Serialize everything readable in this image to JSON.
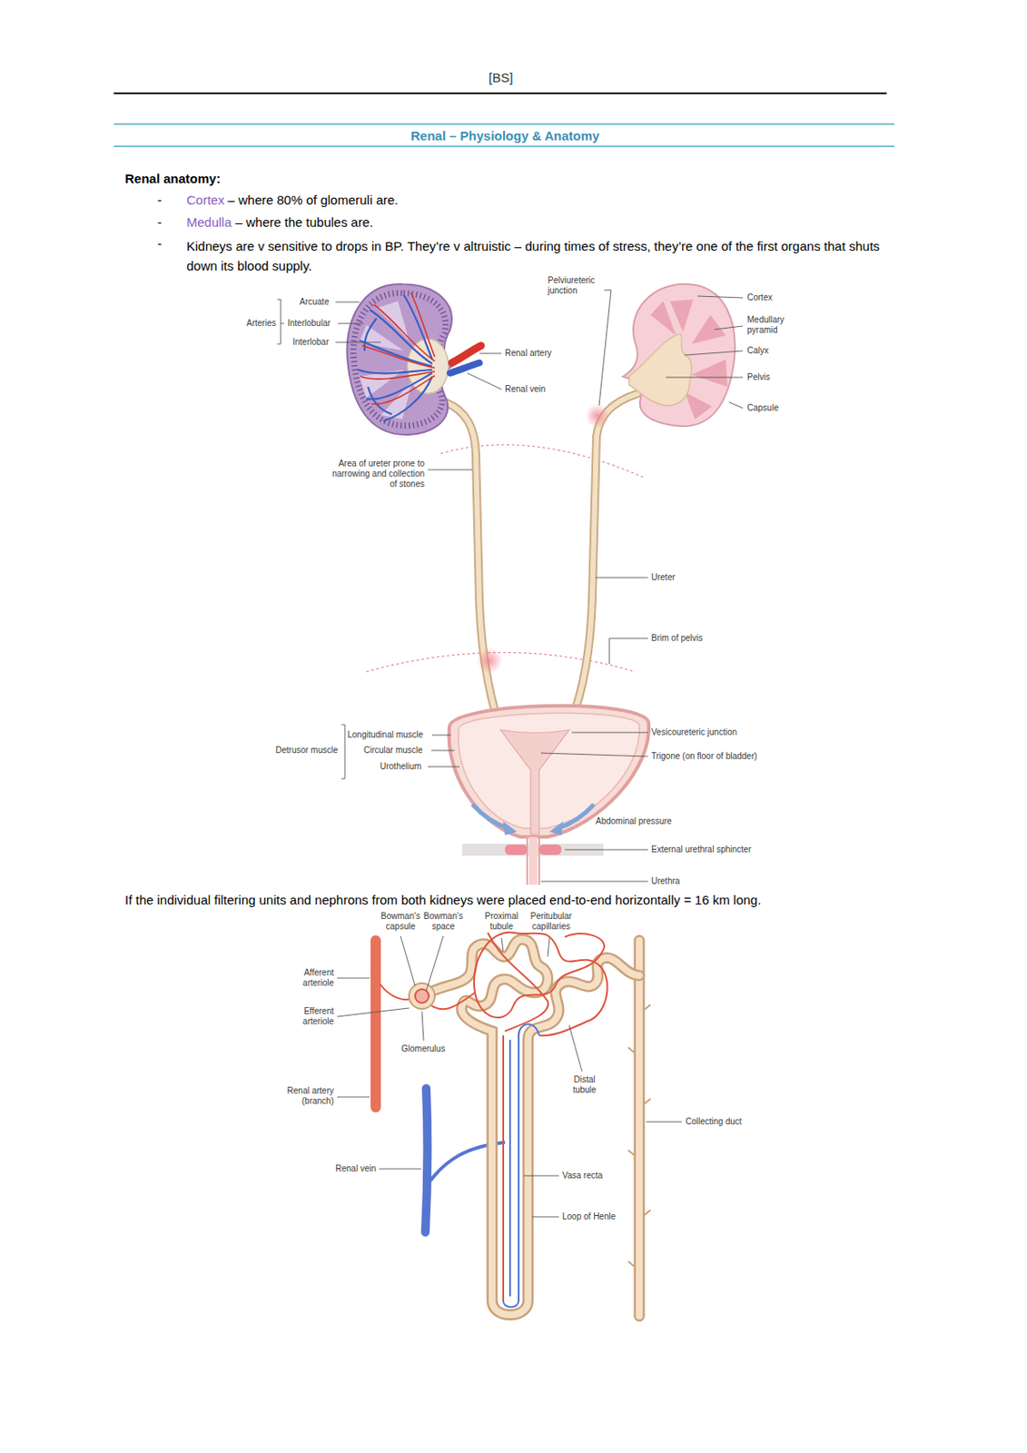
{
  "diagram": {
    "title": "Renal – Physiology & Anatomy",
    "labels": [
      "[BS]",
      "Renal anatomy:",
      "-",
      "Cortex",
      "– where 80% of glomeruli are.",
      "-",
      "Medulla",
      "– where the tubules are.",
      "-",
      "Kidneys are v sensitive to drops in BP. They’re v altruistic – during times of stress, they’re one of the first organs that shuts down its blood supply.",
      "Arteries",
      "Arcuate",
      "Interlobular",
      "Interlobar",
      "Renal artery",
      "Renal vein",
      "Pelviureteric junction",
      "Cortex",
      "Medullary pyramid",
      "Calyx",
      "Pelvis",
      "Capsule",
      "Area of ureter prone to narrowing and collection of stones",
      "Ureter",
      "Brim of pelvis",
      "Detrusor muscle",
      "Longitudinal muscle",
      "Circular muscle",
      "Urothelium",
      "Vesicoureteric junction",
      "Trigone (on floor of bladder)",
      "Abdominal pressure",
      "External urethral sphincter",
      "Urethra",
      "If the individual filtering units and nephrons from both kidneys were placed end-to-end horizontally = 16 km long.",
      "Bowman's capsule",
      "Bowman's space",
      "Proximal tubule",
      "Peritubular capillaries",
      "Afferent arteriole",
      "Efferent arteriole",
      "Glomerulus",
      "Renal artery (branch)",
      "Distal tubule",
      "Collecting duct",
      "Renal vein",
      "Vasa recta",
      "Loop of Henle"
    ]
  }
}
